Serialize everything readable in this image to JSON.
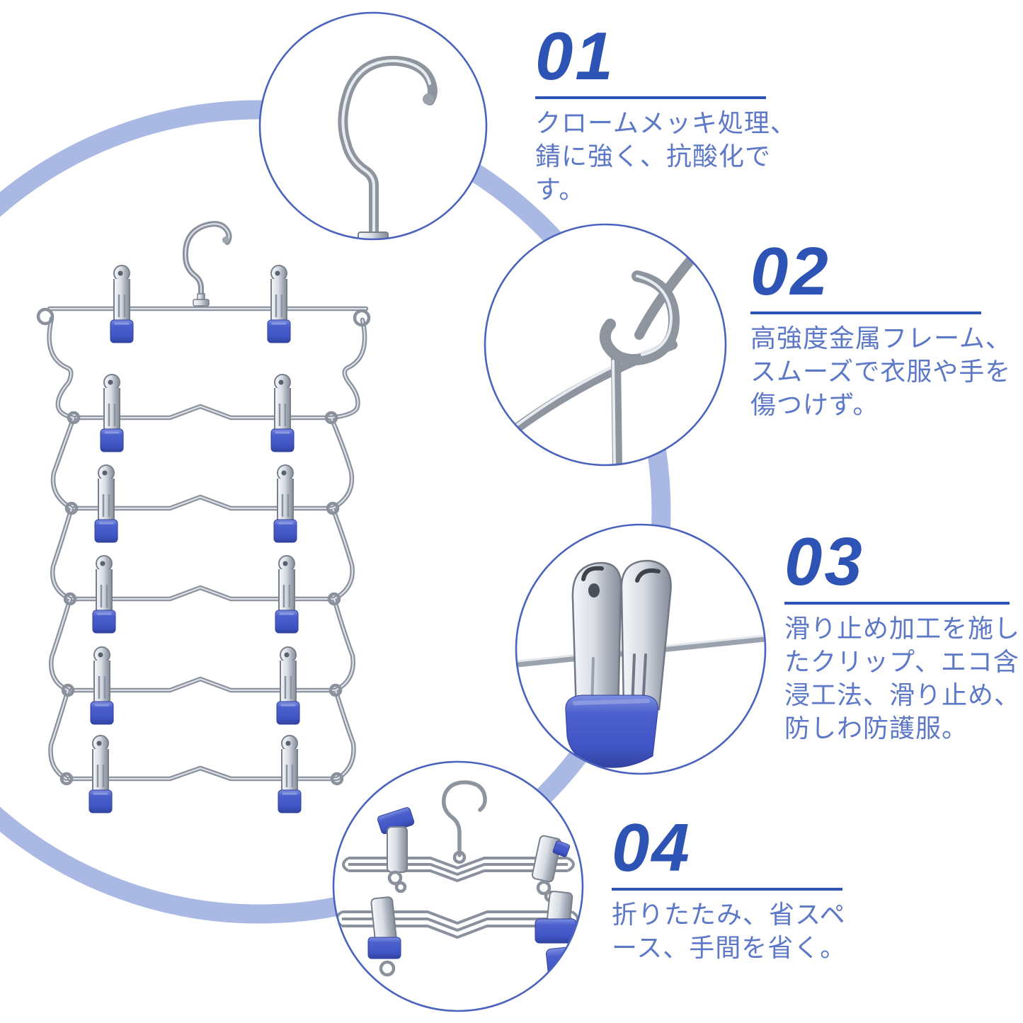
{
  "colors": {
    "accent": "#2d53b5",
    "text_blue": "#5c78c6",
    "band": "#a9b9e4",
    "circle_border": "#4a63bd",
    "clip_blue": "#4156c6"
  },
  "features": [
    {
      "number": "01",
      "description": "クロームメッキ処理、\n錆に強く、抗酸化です。"
    },
    {
      "number": "02",
      "description": "高強度金属フレーム、\nスムーズで衣服や手を\n傷つけず。"
    },
    {
      "number": "03",
      "description": "滑り止め加工を施し\nたクリップ、エコ含\n浸工法、滑り止め、\n防しわ防護服。"
    },
    {
      "number": "04",
      "description": "折りたたみ、省スペ\nース、手間を省く。"
    }
  ]
}
